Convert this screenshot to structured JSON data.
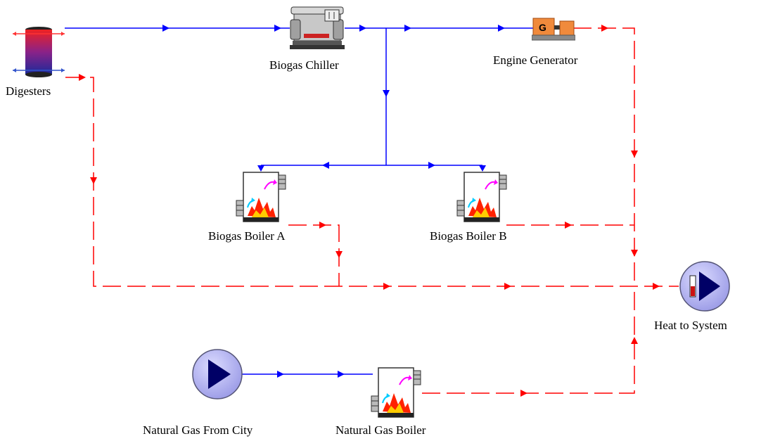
{
  "diagram": {
    "nodes": {
      "digesters": {
        "label": "Digesters",
        "icon": "storage-tank-icon"
      },
      "chiller": {
        "label": "Biogas Chiller",
        "icon": "chiller-icon"
      },
      "engine": {
        "label": "Engine Generator",
        "icon": "generator-icon"
      },
      "boiler_a": {
        "label": "Biogas Boiler A",
        "icon": "boiler-icon"
      },
      "boiler_b": {
        "label": "Biogas Boiler B",
        "icon": "boiler-icon"
      },
      "heat_sys": {
        "label": "Heat to System",
        "icon": "heat-output-pump-icon"
      },
      "ng_city": {
        "label": "Natural Gas From City",
        "icon": "gas-source-pump-icon"
      },
      "ng_boiler": {
        "label": "Natural Gas Boiler",
        "icon": "boiler-icon"
      }
    },
    "colors": {
      "gas_line": "#0000ff",
      "heat_line": "#ff0000"
    }
  }
}
